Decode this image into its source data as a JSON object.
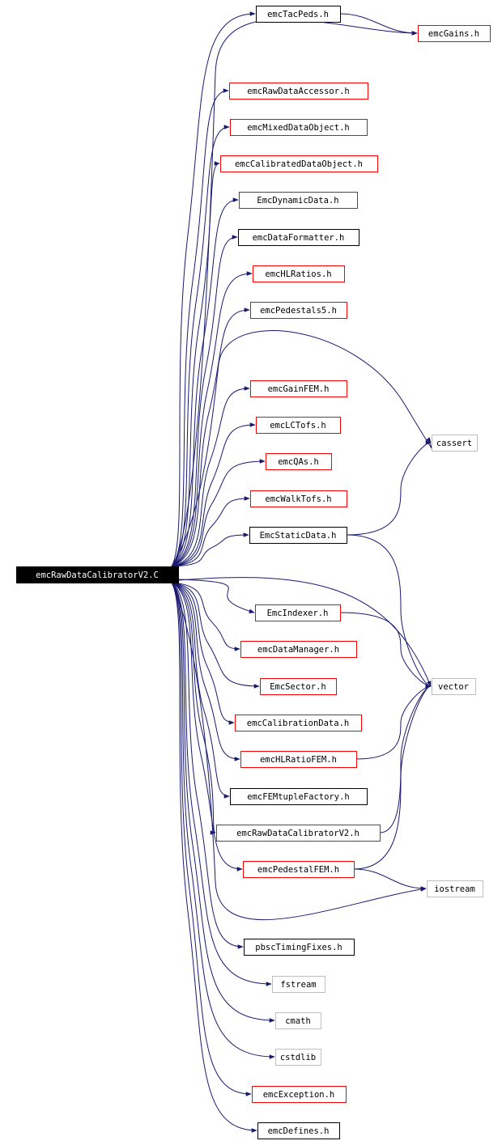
{
  "colors": {
    "edge": "#191970",
    "red_border": "#ff0000",
    "black_border": "#000000",
    "gray_border": "#bfbfbf",
    "root_fill": "#000000",
    "root_text": "#ffffff",
    "text": "#000000"
  },
  "root": {
    "id": "root",
    "label": "emcRawDataCalibratorV2.C"
  },
  "nodes": [
    {
      "id": "emcTacPeds",
      "label": "emcTacPeds.h",
      "border": "black"
    },
    {
      "id": "emcGains",
      "label": "emcGains.h",
      "border": "red"
    },
    {
      "id": "emcRawDataAccessor",
      "label": "emcRawDataAccessor.h",
      "border": "red"
    },
    {
      "id": "emcMixedDataObject",
      "label": "emcMixedDataObject.h",
      "border": "red"
    },
    {
      "id": "emcCalibratedDataObject",
      "label": "emcCalibratedDataObject.h",
      "border": "red"
    },
    {
      "id": "EmcDynamicData",
      "label": "EmcDynamicData.h",
      "border": "red"
    },
    {
      "id": "emcDataFormatter",
      "label": "emcDataFormatter.h",
      "border": "black"
    },
    {
      "id": "emcHLRatios",
      "label": "emcHLRatios.h",
      "border": "red"
    },
    {
      "id": "emcPedestals5",
      "label": "emcPedestals5.h",
      "border": "red"
    },
    {
      "id": "emcGainFEM",
      "label": "emcGainFEM.h",
      "border": "red"
    },
    {
      "id": "emcLCTofs",
      "label": "emcLCTofs.h",
      "border": "red"
    },
    {
      "id": "emcQAs",
      "label": "emcQAs.h",
      "border": "red"
    },
    {
      "id": "emcWalkTofs",
      "label": "emcWalkTofs.h",
      "border": "red"
    },
    {
      "id": "EmcStaticData",
      "label": "EmcStaticData.h",
      "border": "black"
    },
    {
      "id": "cassert",
      "label": "cassert",
      "border": "gray"
    },
    {
      "id": "EmcIndexer",
      "label": "EmcIndexer.h",
      "border": "red"
    },
    {
      "id": "emcDataManager",
      "label": "emcDataManager.h",
      "border": "red"
    },
    {
      "id": "EmcSector",
      "label": "EmcSector.h",
      "border": "red"
    },
    {
      "id": "vector",
      "label": "vector",
      "border": "gray"
    },
    {
      "id": "emcCalibrationData",
      "label": "emcCalibrationData.h",
      "border": "red"
    },
    {
      "id": "emcHLRatioFEM",
      "label": "emcHLRatioFEM.h",
      "border": "red"
    },
    {
      "id": "emcFEMtupleFactory",
      "label": "emcFEMtupleFactory.h",
      "border": "black"
    },
    {
      "id": "emcRawDataCalibratorV2",
      "label": "emcRawDataCalibratorV2.h",
      "border": "red"
    },
    {
      "id": "emcPedestalFEM",
      "label": "emcPedestalFEM.h",
      "border": "red"
    },
    {
      "id": "iostream",
      "label": "iostream",
      "border": "gray"
    },
    {
      "id": "pbscTimingFixes",
      "label": "pbscTimingFixes.h",
      "border": "black"
    },
    {
      "id": "fstream",
      "label": "fstream",
      "border": "gray"
    },
    {
      "id": "cmath",
      "label": "cmath",
      "border": "gray"
    },
    {
      "id": "cstdlib",
      "label": "cstdlib",
      "border": "gray"
    },
    {
      "id": "emcException",
      "label": "emcException.h",
      "border": "red"
    },
    {
      "id": "emcDefines",
      "label": "emcDefines.h",
      "border": "black"
    }
  ],
  "edges": [
    [
      "root",
      "emcTacPeds"
    ],
    [
      "root",
      "emcGains"
    ],
    [
      "root",
      "emcRawDataAccessor"
    ],
    [
      "root",
      "emcMixedDataObject"
    ],
    [
      "root",
      "emcCalibratedDataObject"
    ],
    [
      "root",
      "EmcDynamicData"
    ],
    [
      "root",
      "emcDataFormatter"
    ],
    [
      "root",
      "emcHLRatios"
    ],
    [
      "root",
      "emcPedestals5"
    ],
    [
      "root",
      "cassert"
    ],
    [
      "root",
      "emcGainFEM"
    ],
    [
      "root",
      "emcLCTofs"
    ],
    [
      "root",
      "emcQAs"
    ],
    [
      "root",
      "emcWalkTofs"
    ],
    [
      "root",
      "EmcStaticData"
    ],
    [
      "root",
      "vector"
    ],
    [
      "root",
      "EmcIndexer"
    ],
    [
      "root",
      "emcDataManager"
    ],
    [
      "root",
      "EmcSector"
    ],
    [
      "root",
      "emcCalibrationData"
    ],
    [
      "root",
      "emcHLRatioFEM"
    ],
    [
      "root",
      "emcFEMtupleFactory"
    ],
    [
      "root",
      "emcRawDataCalibratorV2"
    ],
    [
      "root",
      "emcPedestalFEM"
    ],
    [
      "root",
      "iostream"
    ],
    [
      "root",
      "pbscTimingFixes"
    ],
    [
      "root",
      "fstream"
    ],
    [
      "root",
      "cmath"
    ],
    [
      "root",
      "cstdlib"
    ],
    [
      "root",
      "emcException"
    ],
    [
      "root",
      "emcDefines"
    ],
    [
      "emcTacPeds",
      "emcGains"
    ],
    [
      "EmcStaticData",
      "cassert"
    ],
    [
      "EmcStaticData",
      "vector"
    ],
    [
      "EmcIndexer",
      "vector"
    ],
    [
      "emcHLRatioFEM",
      "vector"
    ],
    [
      "emcRawDataCalibratorV2",
      "vector"
    ],
    [
      "emcPedestalFEM",
      "vector"
    ],
    [
      "emcPedestalFEM",
      "iostream"
    ]
  ]
}
